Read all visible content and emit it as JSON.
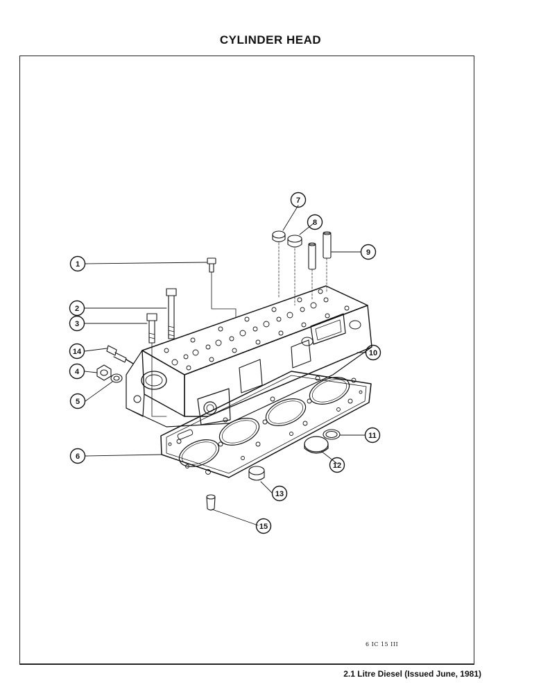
{
  "page": {
    "title": "CYLINDER HEAD",
    "footer": "2.1 Litre Diesel (Issued June, 1981)",
    "ref_code": "6 IC 15 III"
  },
  "callouts": [
    {
      "id": "c1",
      "number": "1"
    },
    {
      "id": "c2",
      "number": "2"
    },
    {
      "id": "c3",
      "number": "3"
    },
    {
      "id": "c4",
      "number": "4"
    },
    {
      "id": "c5",
      "number": "5"
    },
    {
      "id": "c6",
      "number": "6"
    },
    {
      "id": "c7",
      "number": "7"
    },
    {
      "id": "c8",
      "number": "8"
    },
    {
      "id": "c9",
      "number": "9"
    },
    {
      "id": "c10",
      "number": "10"
    },
    {
      "id": "c11",
      "number": "11"
    },
    {
      "id": "c12",
      "number": "12"
    },
    {
      "id": "c13",
      "number": "13"
    },
    {
      "id": "c14",
      "number": "14"
    },
    {
      "id": "c15",
      "number": "15"
    }
  ],
  "colors": {
    "ink": "#111111",
    "paper": "#ffffff"
  }
}
